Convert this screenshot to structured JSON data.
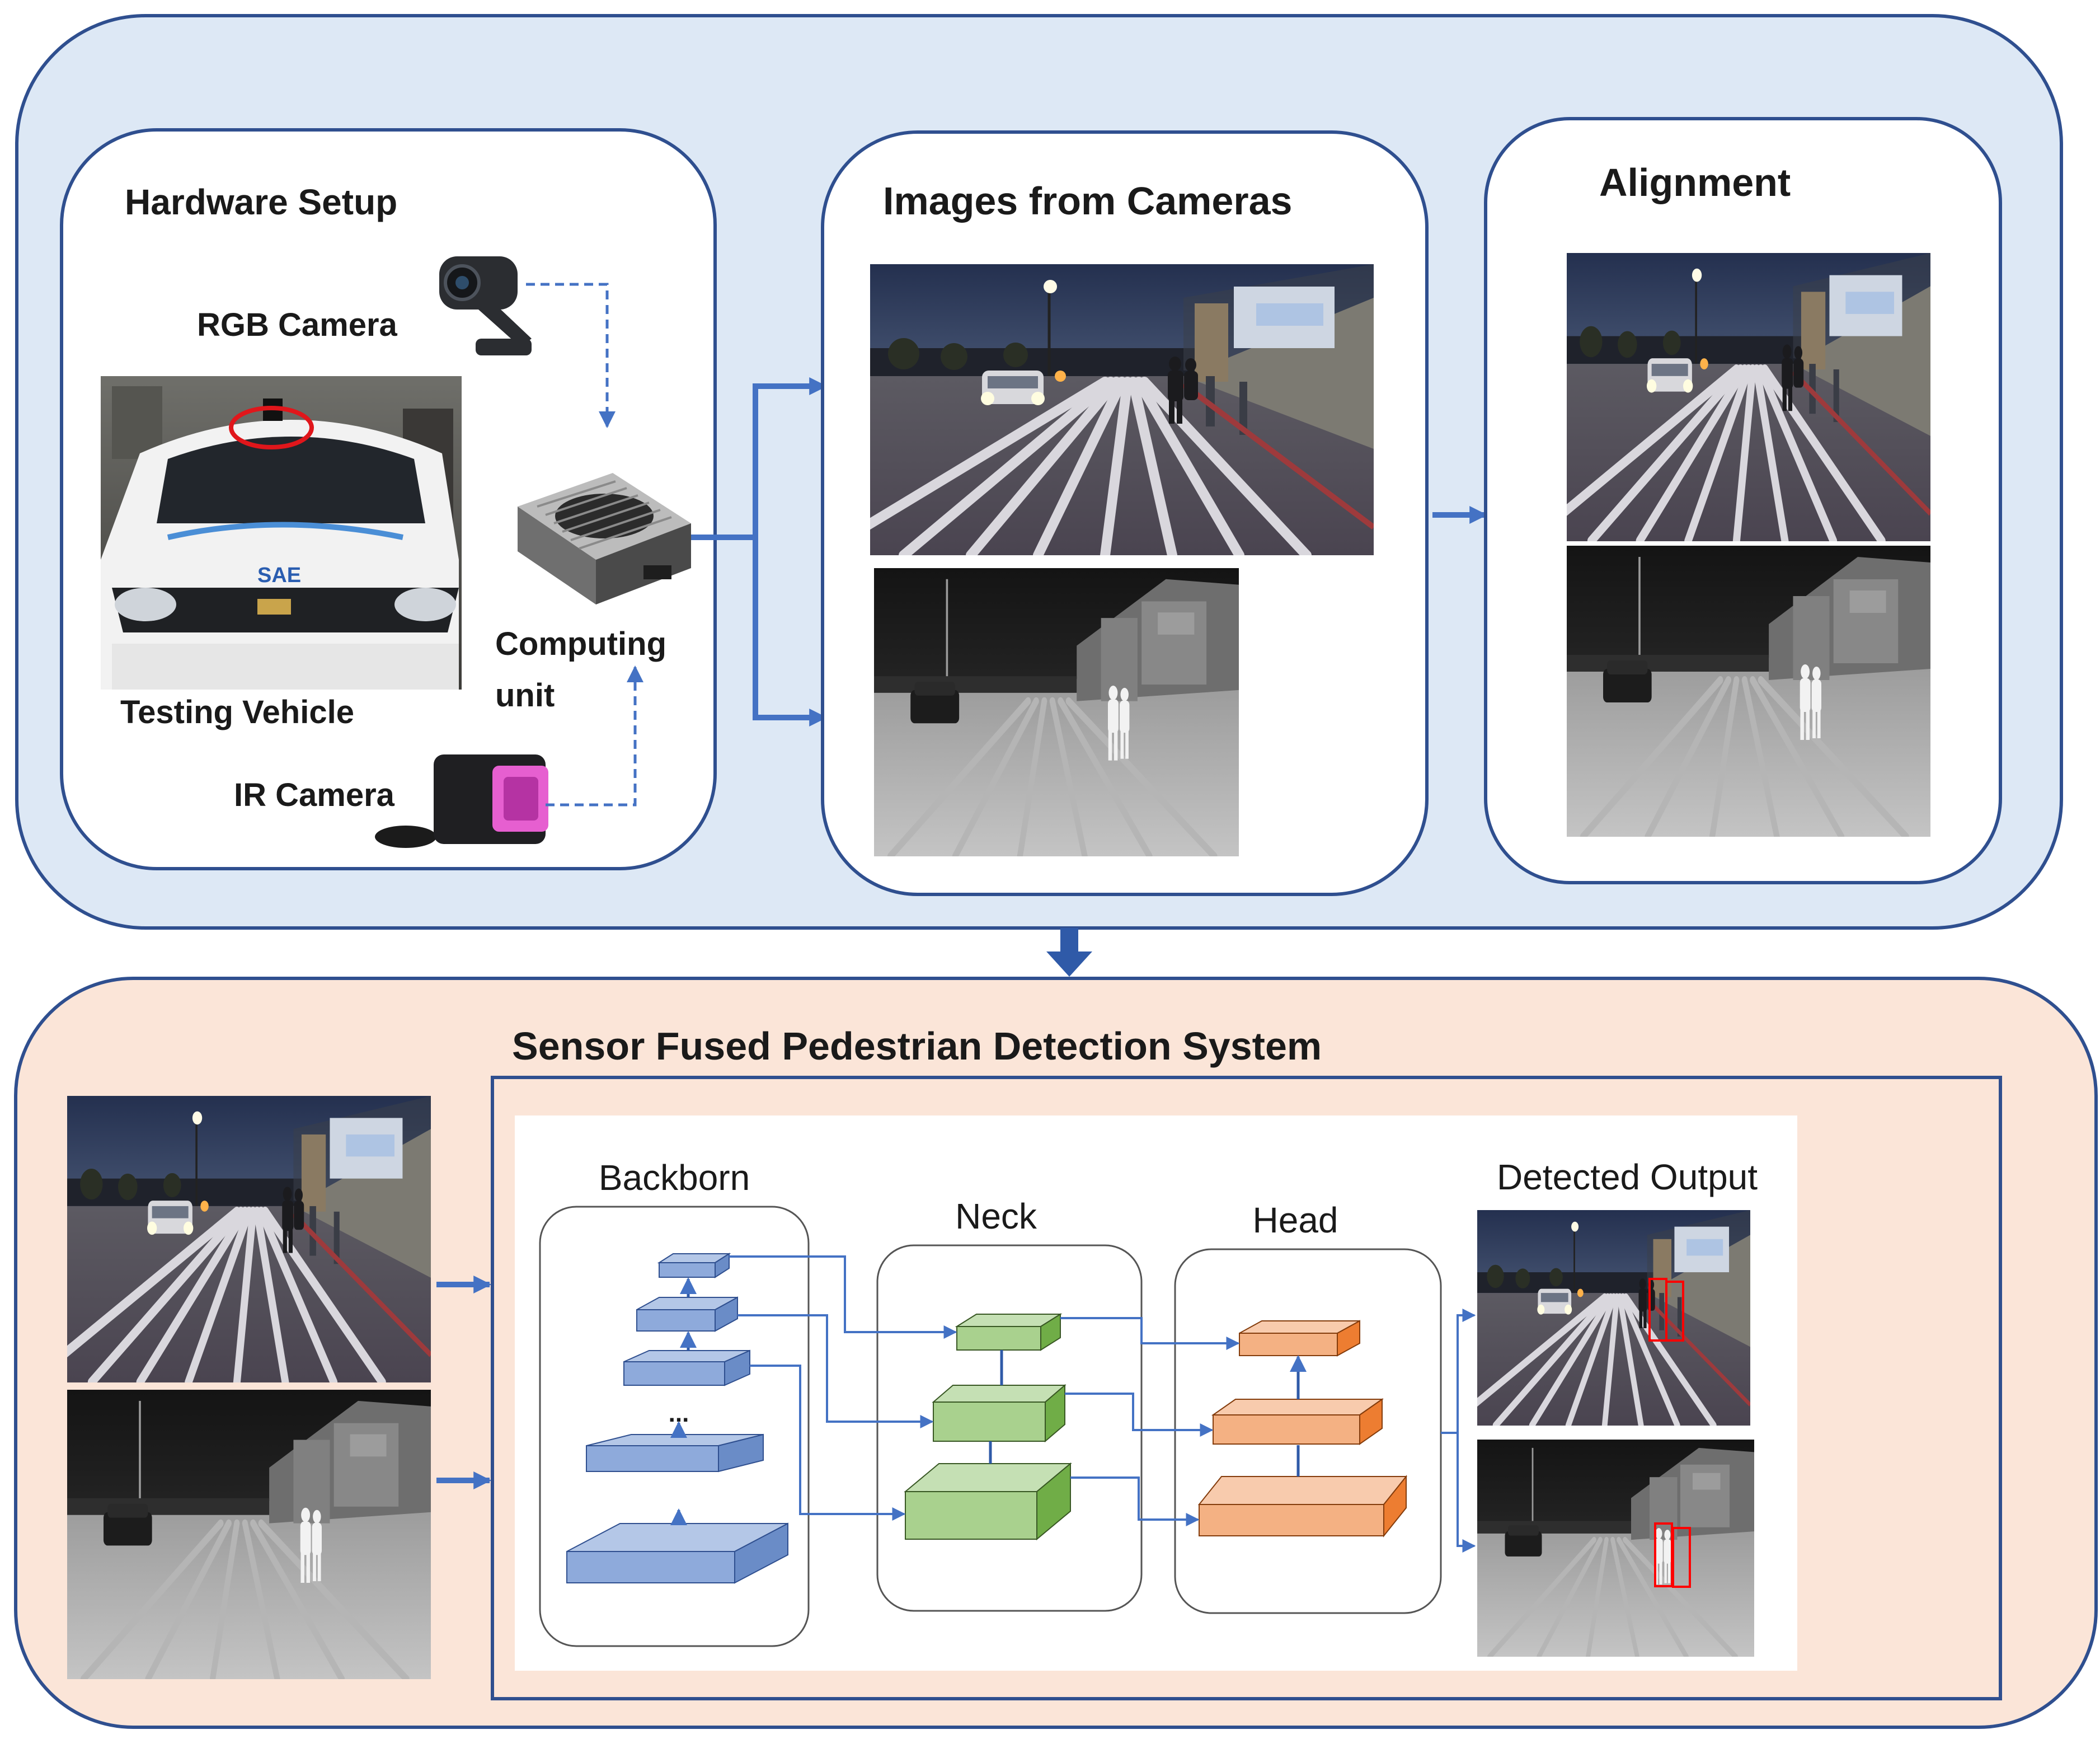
{
  "panels": {
    "hardware_setup": {
      "title": "Hardware Setup"
    },
    "images_from_cameras": {
      "title": "Images from Cameras"
    },
    "alignment": {
      "title": "Alignment"
    },
    "detection_system": {
      "title": "Sensor Fused Pedestrian Detection System"
    }
  },
  "hardware": {
    "rgb_camera": "RGB Camera",
    "testing_vehicle": "Testing Vehicle",
    "ir_camera": "IR Camera",
    "computing_unit_line1": "Computing",
    "computing_unit_line2": "unit",
    "vehicle_badge": "SAE"
  },
  "network": {
    "backbone": "Backborn",
    "neck": "Neck",
    "head": "Head",
    "detected_output": "Detected Output",
    "ellipsis": "..."
  },
  "colors": {
    "top_panel_fill": "#dde8f5",
    "bottom_panel_fill": "#fbe5d8",
    "panel_border": "#2f4f8f",
    "arrow": "#4472c4",
    "backbone_block": "#8eaadb",
    "neck_block": "#a9d18e",
    "head_block": "#f4b183",
    "detection_box": "#ff0000"
  }
}
